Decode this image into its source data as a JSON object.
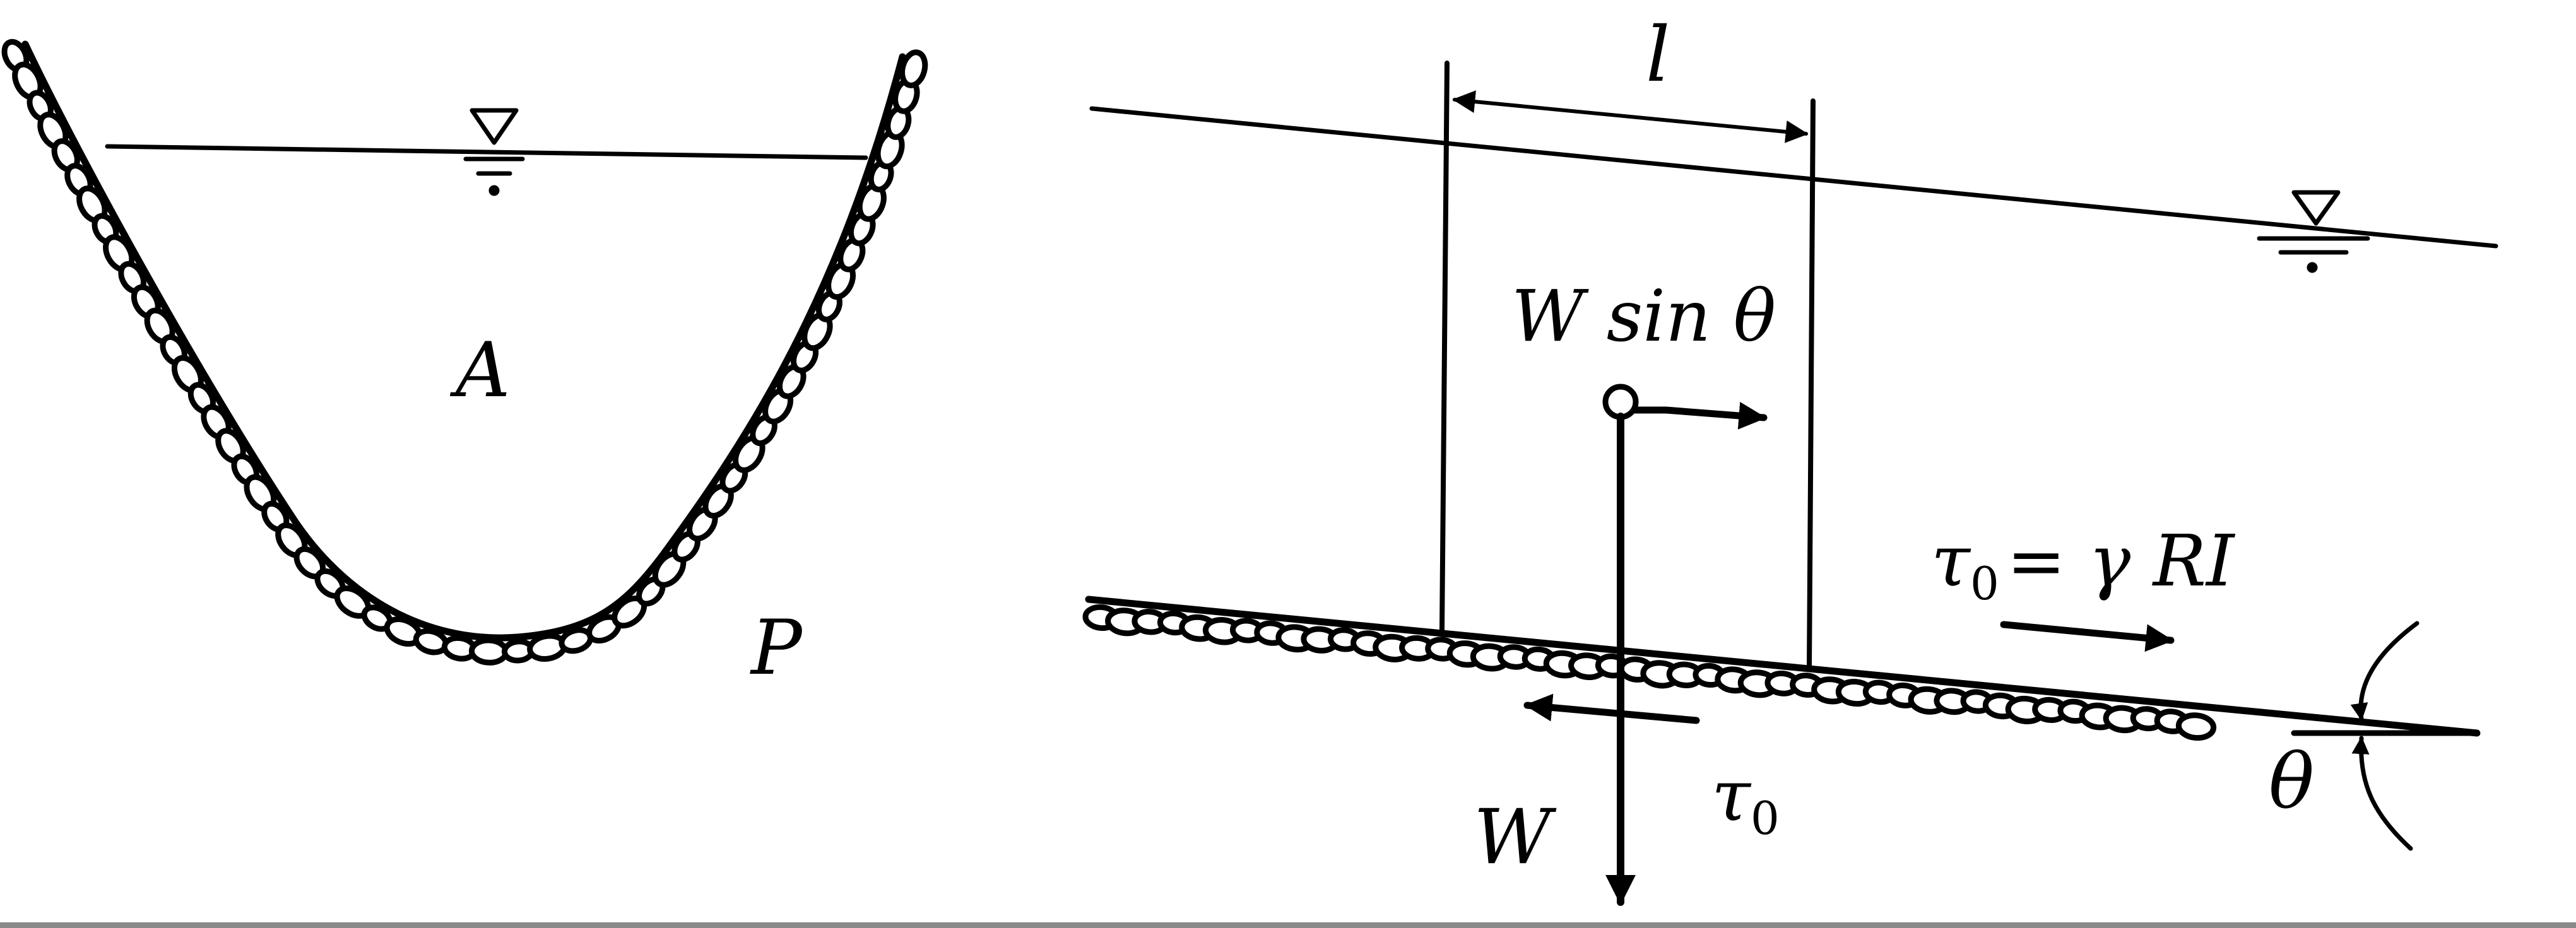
{
  "cross_section": {
    "area_label": "A",
    "perimeter_label": "P"
  },
  "longitudinal": {
    "length_label": "l",
    "weight_component_label": "W sin θ",
    "weight_label": "W",
    "shear_label": "τ",
    "shear_subscript": "0",
    "equation_lhs": "τ",
    "equation_lhs_subscript": "0",
    "equation_rhs": "= γ RI",
    "angle_label": "θ"
  }
}
